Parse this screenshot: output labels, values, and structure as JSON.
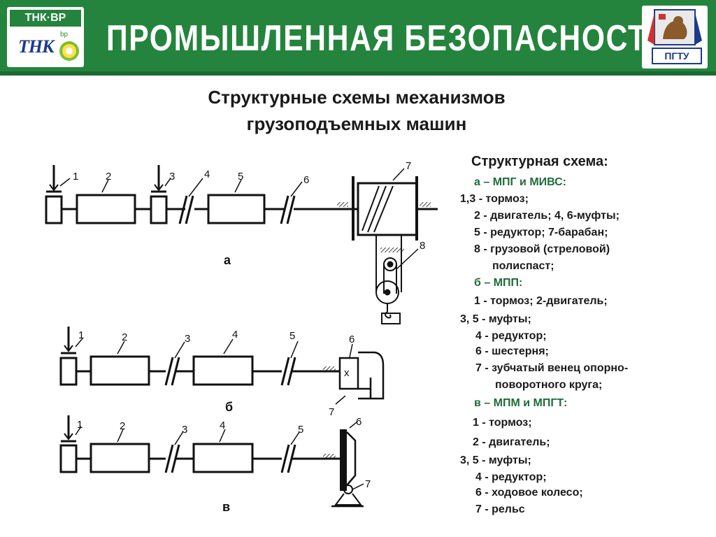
{
  "header": {
    "logo_left_text": "ТНК·ВР",
    "logo_left_brand": "ТНК",
    "logo_left_bp": "bp",
    "banner_title": "ПРОМЫШЛЕННАЯ  БЕЗОПАСНОСТЬ",
    "logo_right_text": "ПГТУ"
  },
  "title": {
    "line1": "Структурные схемы механизмов",
    "line2": "грузоподъемных машин"
  },
  "legend": {
    "heading": "Структурная схема:",
    "lines": [
      "а – МПГ и МИВС:",
      "1,3 - тормоз;",
      "2 - двигатель; 4, 6-муфты;",
      "5 - редуктор; 7-барабан;",
      "8 - грузовой (стреловой)",
      "полиспаст;",
      "б – МПП:",
      "1 - тормоз; 2-двигатель;",
      "3, 5 - муфты;",
      "4 - редуктор;",
      "6 - шестерня;",
      "7 - зубчатый венец опорно-",
      "поворотного круга;",
      "в – МПМ и МПГТ:",
      "1 - тормоз;",
      "2 - двигатель;",
      "3, 5 - муфты;",
      "4 - редуктор;",
      "6 - ходовое колесо;",
      "7 - рельс"
    ]
  },
  "diagram_a": {
    "caption": "а",
    "labels": [
      "1",
      "2",
      "3",
      "4",
      "5",
      "6",
      "7",
      "8"
    ]
  },
  "diagram_b": {
    "caption": "б",
    "labels": [
      "1",
      "2",
      "3",
      "4",
      "5",
      "6",
      "7"
    ],
    "gear_mark": "x"
  },
  "diagram_v": {
    "caption": "в",
    "labels": [
      "1",
      "2",
      "3",
      "4",
      "5",
      "6",
      "7"
    ]
  },
  "colors": {
    "banner_green": "#24843d",
    "legend_accent": "#1f6b3a"
  }
}
